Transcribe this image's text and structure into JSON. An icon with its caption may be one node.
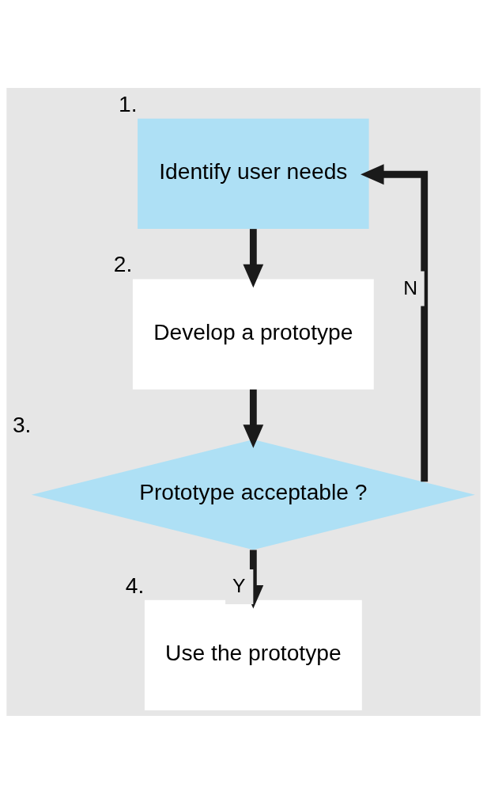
{
  "diagram": {
    "nodes": [
      {
        "text": [
          "Identify user needs"
        ],
        "beside": [
          "1."
        ]
      },
      {
        "text": [
          "Develop a prototype"
        ],
        "beside": [
          "2."
        ]
      },
      {
        "text": [
          "Prototype acceptable ?"
        ],
        "beside": [
          "3."
        ]
      },
      {
        "text": [
          "Use the prototype"
        ],
        "beside": [
          "4."
        ]
      }
    ],
    "edges": [
      {
        "from": 0,
        "to": 1,
        "arrow": "to"
      },
      {
        "from": 1,
        "to": 2,
        "arrow": "to"
      },
      {
        "from": 2,
        "to": 3,
        "arrow": "to",
        "label": "Y"
      },
      {
        "from": 2,
        "to": 0,
        "arrow": "to",
        "label": "N"
      }
    ]
  }
}
